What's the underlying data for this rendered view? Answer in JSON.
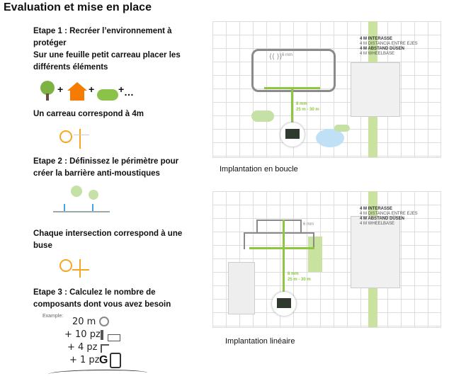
{
  "title": "Evaluation et mise en place",
  "steps": {
    "s1_line1": "Etape 1 : Recréer l’environnement à protéger",
    "s1_line2": "Sur une feuille petit carreau placer les différents éléments",
    "ellipsis": "…",
    "s1_note": "Un carreau correspond à 4m",
    "s2": "Etape 2 : Définissez le périmètre pour créer la barrière anti-moustiques",
    "s2_note": "Chaque intersection correspond à une buse",
    "s3": "Etape 3 : Calculez le nombre de composants dont vous avez besoin"
  },
  "example": {
    "label": "Example:",
    "lines": [
      "20 m",
      "+ 10 pz",
      "+ 4 pz",
      "+ 1 pz"
    ]
  },
  "legend": {
    "l1": "4 M INTERASSE",
    "l2": "4 M DISTANCIA ENTRE EJES",
    "l3": "4 M ABSTAND DÜSEN",
    "l4": "4 M WHEELBASE"
  },
  "diagram1": {
    "pipe_small": "6 mm",
    "pipe_main": "8 mm",
    "length": "25 m - 30 m",
    "caption": "Implantation en boucle"
  },
  "diagram2": {
    "pipe_small": "6 mm",
    "pipe_main": "8 mm",
    "length": "25 m - 30 m",
    "caption": "Implantation linéaire"
  }
}
